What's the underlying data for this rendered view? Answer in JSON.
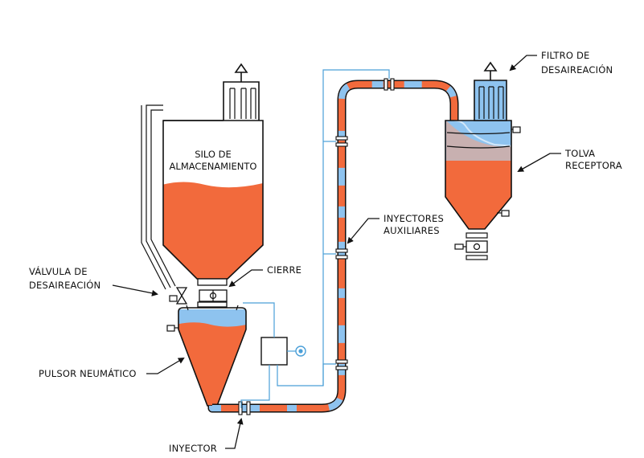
{
  "labels": {
    "silo_line1": "SILO DE",
    "silo_line2": "ALMACENAMIENTO",
    "filtro_line1": "FILTRO DE",
    "filtro_line2": "DESAIREACIÓN",
    "tolva_line1": "TOLVA",
    "tolva_line2": "RECEPTORA",
    "inyectores_line1": "INYECTORES",
    "inyectores_line2": "AUXILIARES",
    "cierre": "CIERRE",
    "valvula_line1": "VÁLVULA DE",
    "valvula_line2": "DESAIREACIÓN",
    "pulsor": "PULSOR NEUMÁTICO",
    "inyector": "INYECTOR"
  },
  "colors": {
    "material": "#f26a3c",
    "air": "#8ec3ef",
    "signal": "#4a9fd8",
    "outline": "#111111"
  }
}
